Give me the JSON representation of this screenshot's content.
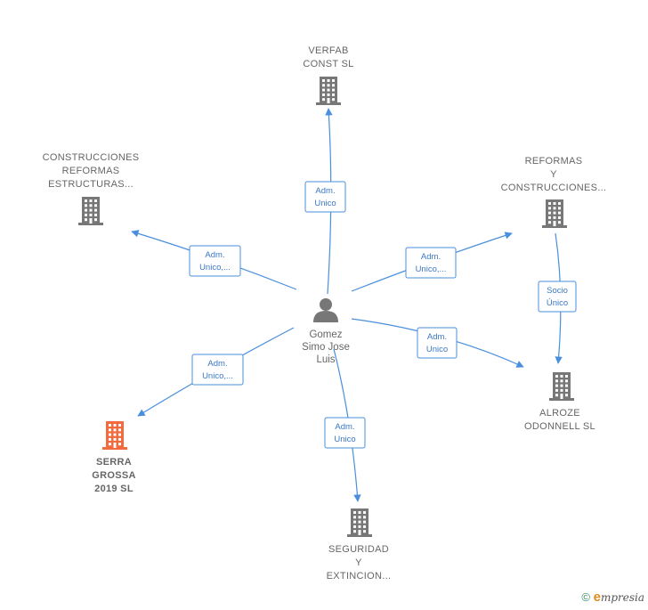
{
  "center": {
    "name_lines": [
      "Gomez",
      "Simo Jose",
      "Luis"
    ]
  },
  "companies": [
    {
      "id": "verfab",
      "lines": [
        "VERFAB",
        "CONST SL"
      ],
      "highlight": false
    },
    {
      "id": "construcciones",
      "lines": [
        "CONSTRUCCIONES",
        "REFORMAS",
        "ESTRUCTURAS..."
      ],
      "highlight": false
    },
    {
      "id": "reformas",
      "lines": [
        "REFORMAS",
        "Y",
        "CONSTRUCCIONES..."
      ],
      "highlight": false
    },
    {
      "id": "alroze",
      "lines": [
        "ALROZE",
        "ODONNELL  SL"
      ],
      "highlight": false
    },
    {
      "id": "seguridad",
      "lines": [
        "SEGURIDAD",
        "Y",
        "EXTINCION..."
      ],
      "highlight": false
    },
    {
      "id": "serra",
      "lines": [
        "SERRA",
        "GROSSA",
        "2019  SL"
      ],
      "highlight": true
    }
  ],
  "relations": [
    {
      "id": "verfab",
      "label": [
        "Adm.",
        "Unico"
      ]
    },
    {
      "id": "construcciones",
      "label": [
        "Adm.",
        "Unico,..."
      ]
    },
    {
      "id": "reformas",
      "label": [
        "Adm.",
        "Unico,..."
      ]
    },
    {
      "id": "alroze",
      "label": [
        "Adm.",
        "Unico"
      ]
    },
    {
      "id": "seguridad",
      "label": [
        "Adm.",
        "Unico"
      ]
    },
    {
      "id": "serra",
      "label": [
        "Adm.",
        "Unico,..."
      ]
    },
    {
      "id": "reformas-alroze",
      "label": [
        "Socio",
        "Único"
      ]
    }
  ],
  "colors": {
    "edge": "#4a8fde",
    "building": "#777777",
    "highlight": "#f26a3d",
    "person": "#777777"
  },
  "footer": {
    "copyright": "©",
    "brand_initial": "e",
    "brand_rest": "mpresia"
  }
}
